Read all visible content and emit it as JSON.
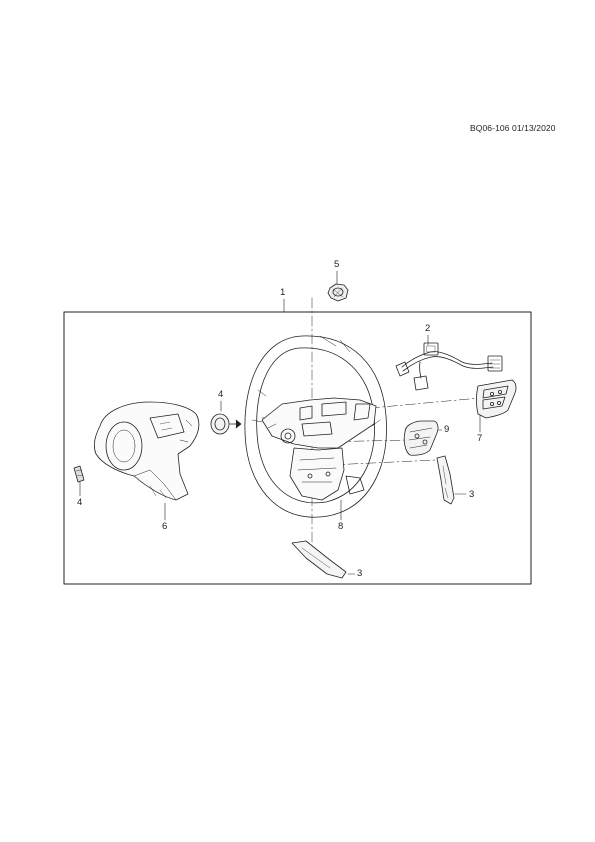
{
  "document": {
    "reference": "BQ06-106 01/13/2020"
  },
  "callouts": [
    {
      "id": "c1",
      "number": "1"
    },
    {
      "id": "c2",
      "number": "2"
    },
    {
      "id": "c3a",
      "number": "3"
    },
    {
      "id": "c3b",
      "number": "3"
    },
    {
      "id": "c4a",
      "number": "4"
    },
    {
      "id": "c4b",
      "number": "4"
    },
    {
      "id": "c5",
      "number": "5"
    },
    {
      "id": "c6",
      "number": "6"
    },
    {
      "id": "c7",
      "number": "7"
    },
    {
      "id": "c8",
      "number": "8"
    },
    {
      "id": "c9",
      "number": "9"
    }
  ]
}
